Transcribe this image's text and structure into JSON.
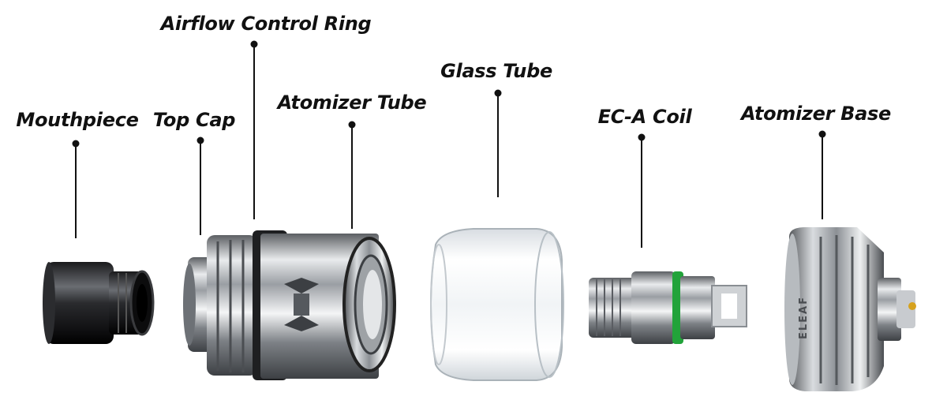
{
  "diagram": {
    "parts": [
      {
        "id": "mouthpiece",
        "label": "Mouthpiece"
      },
      {
        "id": "top-cap",
        "label": "Top Cap"
      },
      {
        "id": "airflow-control-ring",
        "label": "Airflow Control Ring"
      },
      {
        "id": "atomizer-tube",
        "label": "Atomizer Tube"
      },
      {
        "id": "glass-tube",
        "label": "Glass Tube"
      },
      {
        "id": "ec-a-coil",
        "label": "EC-A Coil"
      },
      {
        "id": "atomizer-base",
        "label": "Atomizer Base"
      }
    ],
    "base_engraving": "ELEAF"
  }
}
